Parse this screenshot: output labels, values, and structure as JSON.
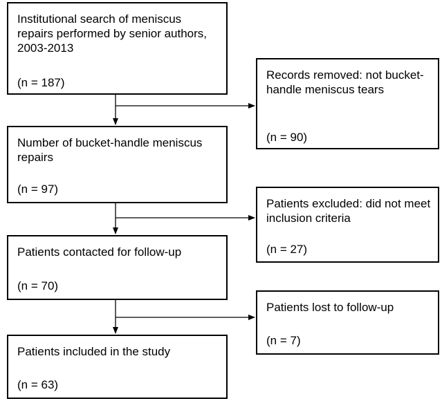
{
  "main_boxes": [
    {
      "text": "Institutional search of meniscus repairs performed by senior authors, 2003-2013",
      "n": "(n = 187)"
    },
    {
      "text": "Number of bucket-handle meniscus repairs",
      "n": "(n = 97)"
    },
    {
      "text": "Patients contacted for follow-up",
      "n": "(n = 70)"
    },
    {
      "text": "Patients included in the study",
      "n": "(n = 63)"
    }
  ],
  "side_boxes": [
    {
      "text": "Records removed: not bucket-handle meniscus tears",
      "n": "(n = 90)"
    },
    {
      "text": "Patients excluded: did not meet inclusion criteria",
      "n": "(n = 27)"
    },
    {
      "text": "Patients lost to follow-up",
      "n": "(n = 7)"
    }
  ]
}
